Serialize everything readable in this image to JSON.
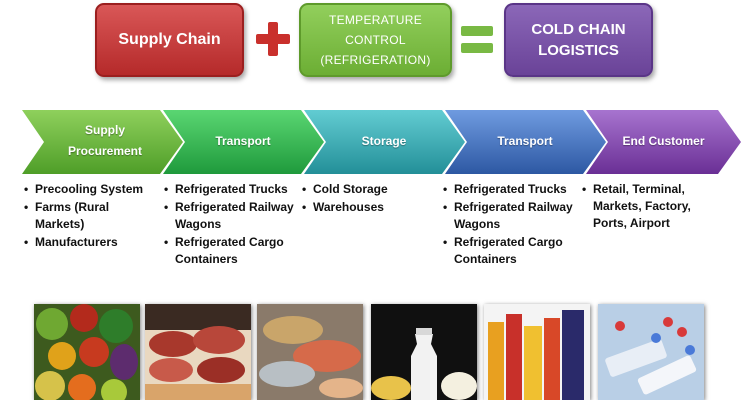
{
  "equation": {
    "supply_chain": "Supply Chain",
    "temperature_control": [
      "TEMPERATURE",
      "CONTROL",
      "(REFRIGERATION)"
    ],
    "cold_chain_logistics": [
      "COLD CHAIN",
      "LOGISTICS"
    ]
  },
  "colors": {
    "supply_red": "#c0392b",
    "temperature_green": "#79b944",
    "cold_chain_purple": "#6f49a0",
    "procurement_green": "#5fb236",
    "transport_green": "#28a745",
    "storage_teal": "#2fa3ab",
    "transport_blue": "#3a68b5",
    "end_customer_purple": "#7b3fa6"
  },
  "stages": [
    {
      "label": [
        "Supply",
        "Procurement"
      ],
      "items": [
        "Precooling System",
        "Farms (Rural Markets)",
        "Manufacturers"
      ]
    },
    {
      "label": [
        "Transport"
      ],
      "items": [
        "Refrigerated Trucks",
        "Refrigerated Railway Wagons",
        "Refrigerated Cargo Containers"
      ]
    },
    {
      "label": [
        "Storage"
      ],
      "items": [
        "Cold Storage",
        "Warehouses"
      ]
    },
    {
      "label": [
        "Transport"
      ],
      "items": [
        "Refrigerated Trucks",
        "Refrigerated Railway Wagons",
        "Refrigerated Cargo Containers"
      ]
    },
    {
      "label": [
        "End Customer"
      ],
      "items": [
        "Retail, Terminal, Markets, Factory, Ports, Airport"
      ]
    }
  ],
  "photos": [
    "vegetables-photo",
    "meat-photo",
    "fish-photo",
    "milk-photo",
    "beverages-photo",
    "medicine-photo"
  ]
}
